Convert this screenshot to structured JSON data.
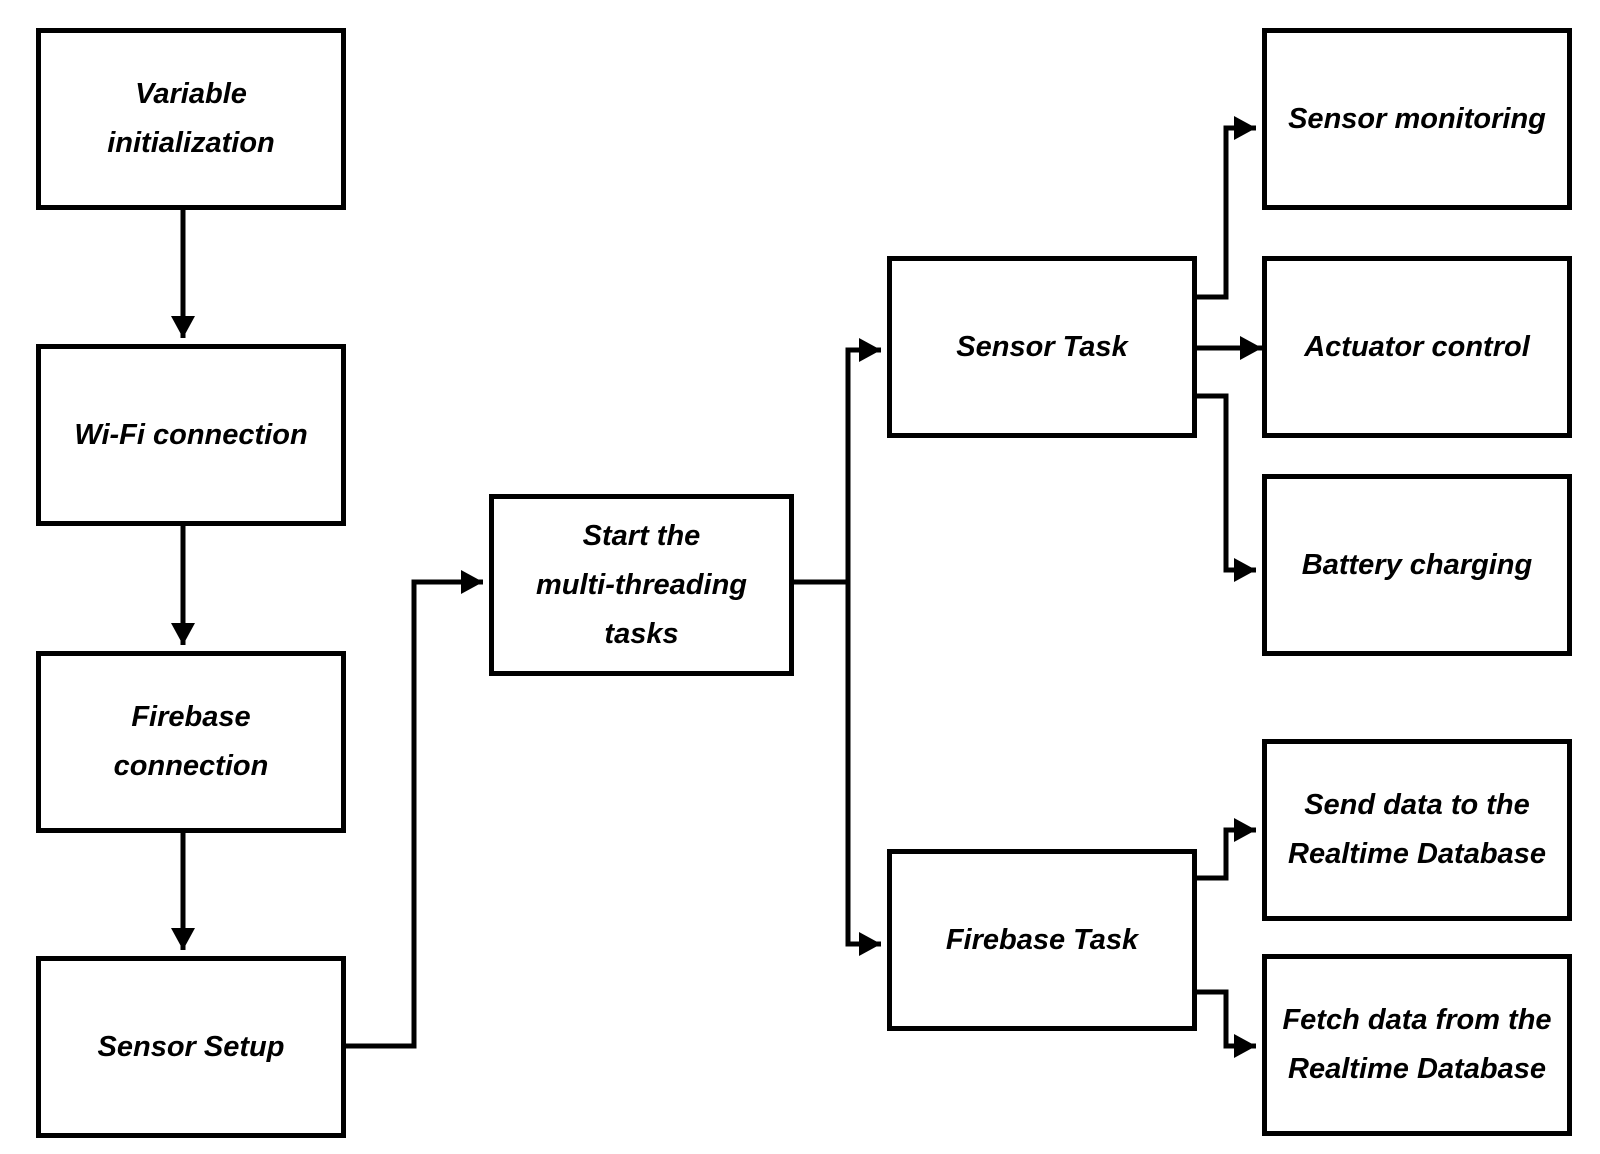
{
  "diagram": {
    "nodes": {
      "variable_init": {
        "lines": [
          "Variable",
          "initialization"
        ]
      },
      "wifi": {
        "lines": [
          "Wi-Fi connection"
        ]
      },
      "firebase_conn": {
        "lines": [
          "Firebase",
          "connection"
        ]
      },
      "sensor_setup": {
        "lines": [
          "Sensor Setup"
        ]
      },
      "start_tasks": {
        "lines": [
          "Start the",
          "multi-threading",
          "tasks"
        ]
      },
      "sensor_task": {
        "lines": [
          "Sensor Task"
        ]
      },
      "firebase_task": {
        "lines": [
          "Firebase Task"
        ]
      },
      "sensor_monitoring": {
        "lines": [
          "Sensor monitoring"
        ]
      },
      "actuator_control": {
        "lines": [
          "Actuator control"
        ]
      },
      "battery_charging": {
        "lines": [
          "Battery charging"
        ]
      },
      "send_data": {
        "lines": [
          "Send data to the",
          "Realtime Database"
        ]
      },
      "fetch_data": {
        "lines": [
          "Fetch data from the",
          "Realtime Database"
        ]
      }
    },
    "edges": [
      {
        "from": "variable_init",
        "to": "wifi"
      },
      {
        "from": "wifi",
        "to": "firebase_conn"
      },
      {
        "from": "firebase_conn",
        "to": "sensor_setup"
      },
      {
        "from": "sensor_setup",
        "to": "start_tasks"
      },
      {
        "from": "start_tasks",
        "to": "sensor_task"
      },
      {
        "from": "start_tasks",
        "to": "firebase_task"
      },
      {
        "from": "sensor_task",
        "to": "sensor_monitoring"
      },
      {
        "from": "sensor_task",
        "to": "actuator_control"
      },
      {
        "from": "sensor_task",
        "to": "battery_charging"
      },
      {
        "from": "firebase_task",
        "to": "send_data"
      },
      {
        "from": "firebase_task",
        "to": "fetch_data"
      }
    ],
    "colors": {
      "stroke": "#000000",
      "text": "#000000",
      "background": "#ffffff"
    }
  }
}
